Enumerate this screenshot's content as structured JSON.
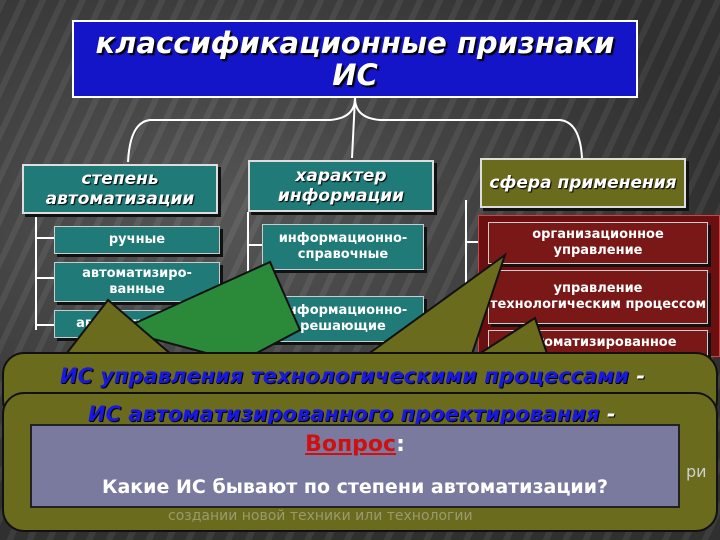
{
  "title": "классификационные признаки ИС",
  "categories": [
    {
      "label": "степень автоматизации"
    },
    {
      "label": "характер информации"
    },
    {
      "label": "сфера применения"
    }
  ],
  "automation_items": [
    "ручные",
    "автоматизиро-ванные",
    "автоматические"
  ],
  "info_items": [
    "информационно-справочные",
    "информационно-решающие"
  ],
  "sphere_items": [
    "организационное управление",
    "управление технологическим процессом",
    "автоматизированное"
  ],
  "overlay": {
    "line1": "ИС управления технологическими процессами",
    "line1_tail": "-",
    "line2": "ИС автоматизированного проектирования",
    "line2_tail": "-",
    "fragment_right": "ри",
    "fragment_bottom": "создании новой техники или технологии"
  },
  "question": {
    "title": "Вопрос",
    "colon": ":",
    "text": "Какие ИС бывают по степени автоматизации?"
  }
}
